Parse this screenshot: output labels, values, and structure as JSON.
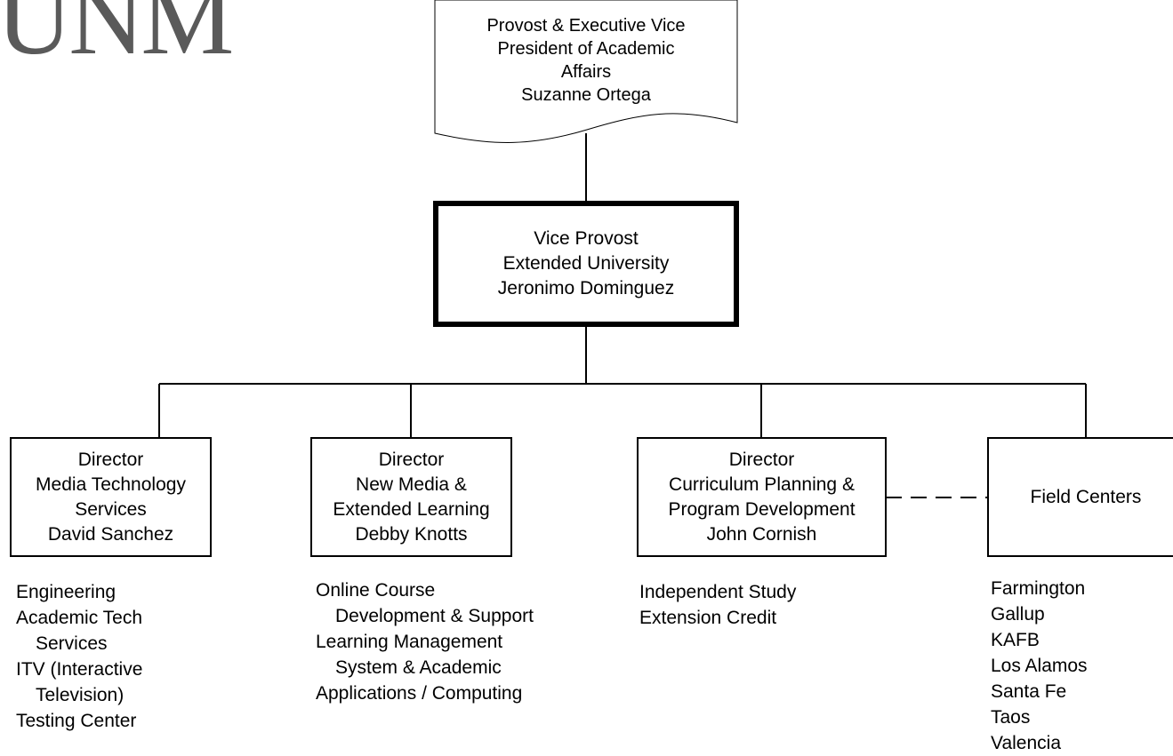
{
  "logo": {
    "text": "UNM"
  },
  "top_node": {
    "lines": [
      "Provost & Executive Vice",
      "President of Academic",
      "Affairs",
      "Suzanne Ortega"
    ]
  },
  "vice_provost": {
    "lines": [
      "Vice Provost",
      "Extended University",
      "Jeronimo Dominguez"
    ]
  },
  "directors": [
    {
      "lines": [
        "Director",
        "Media Technology",
        "Services",
        "David Sanchez"
      ],
      "items": [
        {
          "text": "Engineering",
          "indent": false
        },
        {
          "text": "Academic Tech",
          "indent": false
        },
        {
          "text": "Services",
          "indent": true
        },
        {
          "text": "ITV (Interactive",
          "indent": false
        },
        {
          "text": "Television)",
          "indent": true
        },
        {
          "text": "Testing Center",
          "indent": false
        }
      ]
    },
    {
      "lines": [
        "Director",
        "New Media &",
        "Extended Learning",
        "Debby Knotts"
      ],
      "items": [
        {
          "text": "Online Course",
          "indent": false
        },
        {
          "text": "Development & Support",
          "indent": true
        },
        {
          "text": "Learning Management",
          "indent": false
        },
        {
          "text": "System & Academic",
          "indent": true
        },
        {
          "text": "Applications / Computing",
          "indent": false
        }
      ]
    },
    {
      "lines": [
        "Director",
        "Curriculum Planning &",
        "Program Development",
        "John Cornish"
      ],
      "items": [
        {
          "text": "Independent Study",
          "indent": false
        },
        {
          "text": "Extension Credit",
          "indent": false
        }
      ]
    },
    {
      "lines": [
        "Field Centers"
      ],
      "items": [
        {
          "text": "Farmington",
          "indent": false
        },
        {
          "text": "Gallup",
          "indent": false
        },
        {
          "text": "KAFB",
          "indent": false
        },
        {
          "text": "Los Alamos",
          "indent": false
        },
        {
          "text": "Santa Fe",
          "indent": false
        },
        {
          "text": "Taos",
          "indent": false
        },
        {
          "text": "Valencia",
          "indent": false
        }
      ]
    }
  ]
}
